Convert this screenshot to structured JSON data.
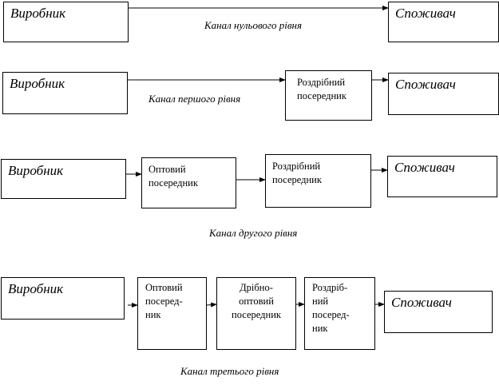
{
  "level0": {
    "producer": "Виробник",
    "consumer": "Споживач",
    "caption": "Канал нульового рівня"
  },
  "level1": {
    "producer": "Виробник",
    "retail": [
      "Роздрібний",
      "посередник"
    ],
    "consumer": "Споживач",
    "caption": "Канал першого рівня"
  },
  "level2": {
    "producer": "Виробник",
    "wholesale": [
      "Оптовий",
      "посередник"
    ],
    "retail": [
      "Роздрібний",
      "посередник"
    ],
    "consumer": "Споживач",
    "caption": "Канал другого рівня"
  },
  "level3": {
    "producer": "Виробник",
    "wholesale": [
      "Оптовий",
      "посеред-",
      "ник"
    ],
    "small_wholesale": [
      "Дрібно-",
      "оптовий",
      "посередник"
    ],
    "retail": [
      "Роздріб-",
      "ний",
      "посеред-",
      "ник"
    ],
    "consumer": "Споживач",
    "caption": "Канал третього рівня"
  }
}
